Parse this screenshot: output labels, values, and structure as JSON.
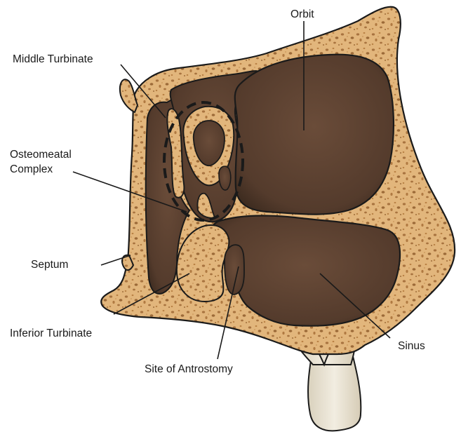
{
  "labels": {
    "orbit": "Orbit",
    "middle_turbinate": "Middle Turbinate",
    "osteomeatal_line1": "Osteomeatal",
    "osteomeatal_line2": "Complex",
    "septum": "Septum",
    "inferior_turbinate": "Inferior Turbinate",
    "sinus": "Sinus",
    "antrostomy": "Site of Antrostomy"
  },
  "colors": {
    "bone": "#e2b67c",
    "bone_pore": "#a8733f",
    "cavity": "#5b4131",
    "cavity_dark": "#3e2c20",
    "tooth": "#ece6d6",
    "outline": "#1a1a1a"
  }
}
